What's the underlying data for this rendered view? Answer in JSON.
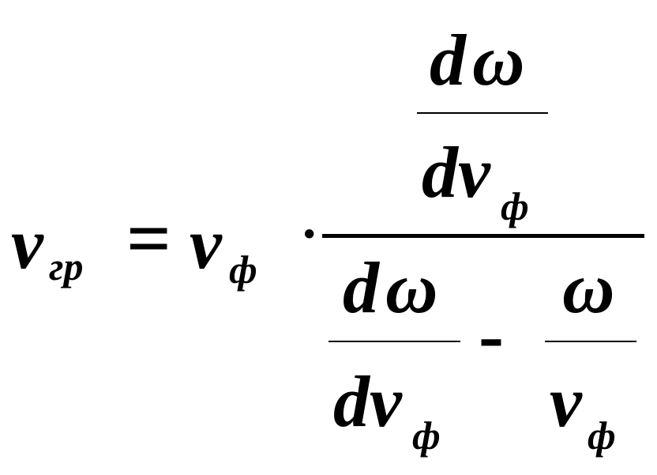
{
  "formula": {
    "lhs": {
      "symbol": "v",
      "subscript": "гр"
    },
    "equals": "=",
    "rhs": {
      "symbol": "v",
      "subscript": "ф"
    },
    "dot": "·",
    "outer_numerator": {
      "num_d": "d",
      "num_omega": "ω",
      "den_dv": "dv",
      "den_subscript": "ф"
    },
    "outer_denominator": {
      "left_num_d": "d",
      "left_num_omega": "ω",
      "left_den_dv": "dv",
      "left_den_subscript": "ф",
      "minus": "-",
      "right_num_omega": "ω",
      "right_den_v": "v",
      "right_den_subscript": "ф"
    }
  }
}
